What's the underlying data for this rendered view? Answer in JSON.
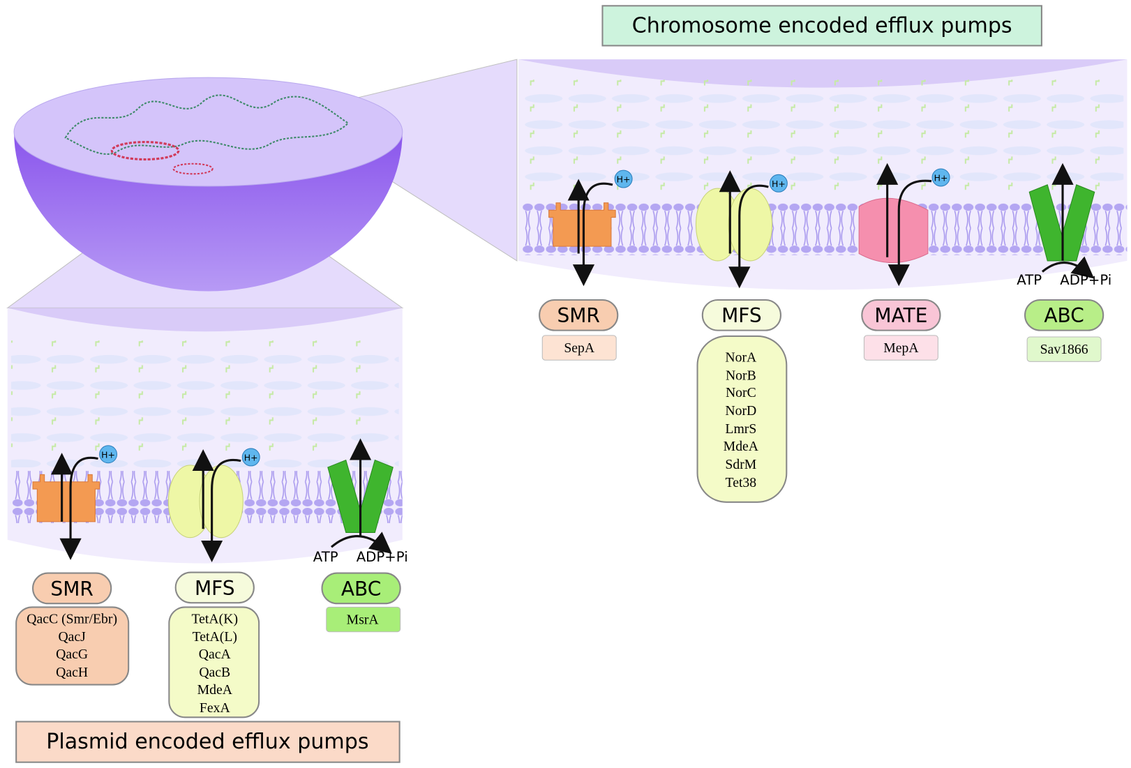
{
  "chromosome_title": "Chromosome encoded efflux pumps",
  "plasmid_title": "Plasmid encoded efflux pumps",
  "proton_label": "H+",
  "chromosome": {
    "smr": {
      "family": "SMR",
      "members": [
        "SepA"
      ]
    },
    "mfs": {
      "family": "MFS",
      "members": [
        "NorA",
        "NorB",
        "NorC",
        "NorD",
        "LmrS",
        "MdeA",
        "SdrM",
        "Tet38"
      ]
    },
    "mate": {
      "family": "MATE",
      "members": [
        "MepA"
      ]
    },
    "abc": {
      "family": "ABC",
      "members": [
        "Sav1866"
      ],
      "atp": "ATP",
      "adp": "ADP+Pi"
    }
  },
  "plasmid": {
    "smr": {
      "family": "SMR",
      "members": [
        "QacC (Smr/Ebr)",
        "QacJ",
        "QacG",
        "QacH"
      ]
    },
    "mfs": {
      "family": "MFS",
      "members": [
        "TetA(K)",
        "TetA(L)",
        "QacA",
        "QacB",
        "MdeA",
        "FexA"
      ]
    },
    "abc": {
      "family": "ABC",
      "members": [
        "MsrA"
      ],
      "atp": "ATP",
      "adp": "ADP+Pi"
    }
  },
  "colors": {
    "cell": "#9566ee",
    "smr": "#f39a52",
    "mfs": "#eef7a6",
    "mate": "#f58fae",
    "abc": "#3fb52e",
    "membrane": "#b4a6f2",
    "chromosome_title_bg": "#cdf3dd",
    "plasmid_title_bg": "#fbdac8"
  }
}
